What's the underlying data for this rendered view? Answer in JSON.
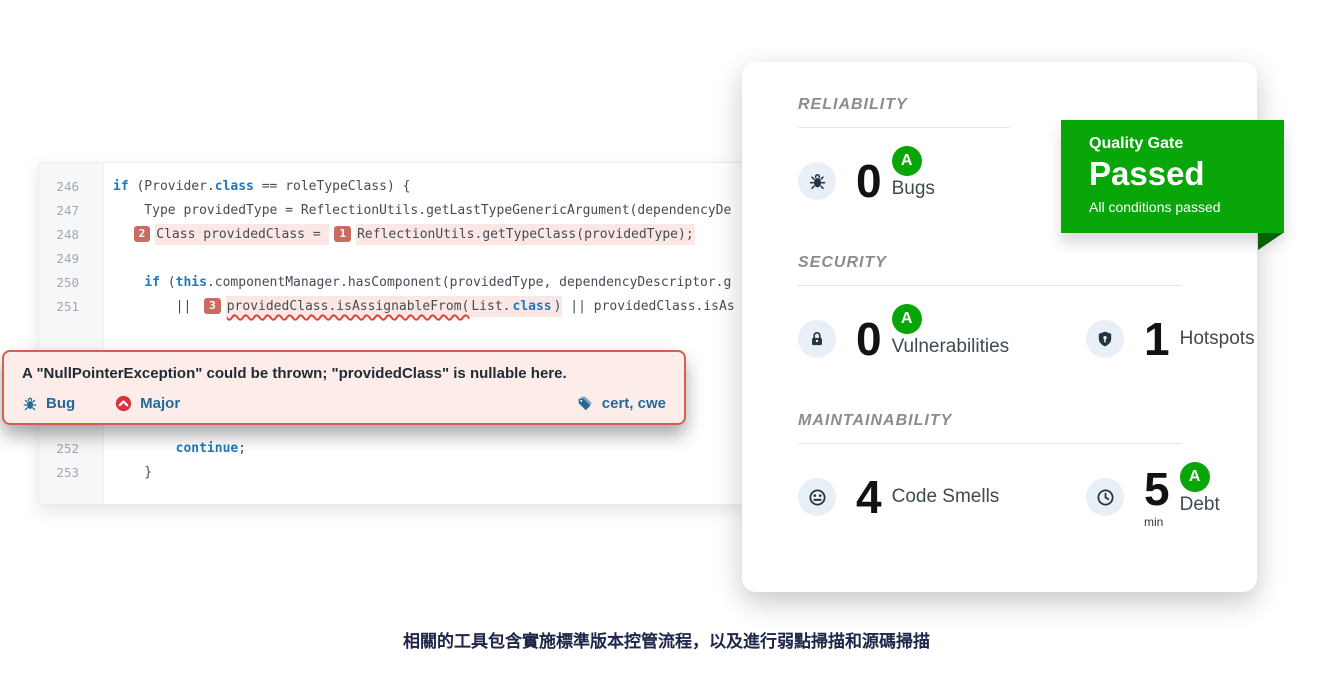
{
  "caption": "相關的工具包含實施標準版本控管流程，以及進行弱點掃描和源碼掃描",
  "code_panel": {
    "lines": [
      {
        "num": "246",
        "segments": [
          {
            "s": "k",
            "v": "if"
          },
          {
            "s": "p",
            "v": " (Provider."
          },
          {
            "s": "k",
            "v": "class"
          },
          {
            "s": "p",
            "v": " == roleTypeClass) {"
          }
        ]
      },
      {
        "num": "247",
        "segments": [
          {
            "s": "p",
            "v": "    Type providedType = ReflectionUtils.getLastTypeGenericArgument(dependencyDe"
          }
        ]
      },
      {
        "num": "248",
        "segments": [
          {
            "s": "p",
            "v": "  "
          },
          {
            "s": "b",
            "v": "2"
          },
          {
            "s": "h",
            "v": "Class providedClass = "
          },
          {
            "s": "b",
            "v": "1"
          },
          {
            "s": "h",
            "v": "ReflectionUtils.getTypeClass(providedType);"
          }
        ]
      },
      {
        "num": "249",
        "segments": []
      },
      {
        "num": "250",
        "segments": [
          {
            "s": "p",
            "v": "    "
          },
          {
            "s": "k",
            "v": "if"
          },
          {
            "s": "p",
            "v": " ("
          },
          {
            "s": "k",
            "v": "this"
          },
          {
            "s": "p",
            "v": ".componentManager.hasComponent(providedType, dependencyDescriptor.g"
          }
        ]
      },
      {
        "num": "251",
        "gap_after": true,
        "segments": [
          {
            "s": "p",
            "v": "        || "
          },
          {
            "s": "b",
            "v": "3"
          },
          {
            "s": "hw",
            "v": "providedClass.isAssignableFrom("
          },
          {
            "s": "h",
            "v": "List."
          },
          {
            "s": "kh",
            "v": "class"
          },
          {
            "s": "h",
            "v": ")"
          },
          {
            "s": "p",
            "v": " || providedClass.isAs"
          }
        ]
      },
      {
        "num": "252",
        "segments": [
          {
            "s": "p",
            "v": "        "
          },
          {
            "s": "k",
            "v": "continue"
          },
          {
            "s": "p",
            "v": ";"
          }
        ]
      },
      {
        "num": "253",
        "segments": [
          {
            "s": "p",
            "v": "    }"
          }
        ]
      }
    ]
  },
  "issue_box": {
    "message": "A \"NullPointerException\" could be thrown; \"providedClass\" is nullable here.",
    "type_label": "Bug",
    "severity_label": "Major",
    "tags_label": "cert, cwe"
  },
  "quality_gate": {
    "title": "Quality Gate",
    "status": "Passed",
    "subtitle": "All conditions passed"
  },
  "metrics": {
    "reliability": {
      "heading": "RELIABILITY",
      "items": [
        {
          "icon": "bug-icon",
          "value": "0",
          "rating": "A",
          "label": "Bugs"
        }
      ]
    },
    "security": {
      "heading": "SECURITY",
      "items": [
        {
          "icon": "lock-icon",
          "value": "0",
          "rating": "A",
          "label": "Vulnerabilities"
        },
        {
          "icon": "shield-icon",
          "value": "1",
          "label": "Hotspots"
        }
      ]
    },
    "maintainability": {
      "heading": "MAINTAINABILITY",
      "items": [
        {
          "icon": "code-smell-icon",
          "value": "4",
          "label": "Code Smells"
        },
        {
          "icon": "clock-icon",
          "value": "5",
          "unit": "min",
          "rating": "A",
          "label": "Debt"
        }
      ]
    }
  },
  "colors": {
    "gate_green": "#09a609",
    "gate_fold_green": "#056105",
    "rating_green": "#09a609",
    "link_blue": "#236a97",
    "keyword_blue": "#1e79c0",
    "severity_red": "#d4333f",
    "issue_badge_red": "#c96b61",
    "issue_bg_pink": "#fcedeb",
    "issue_border": "#d2604f",
    "caption_navy": "#20254a"
  }
}
